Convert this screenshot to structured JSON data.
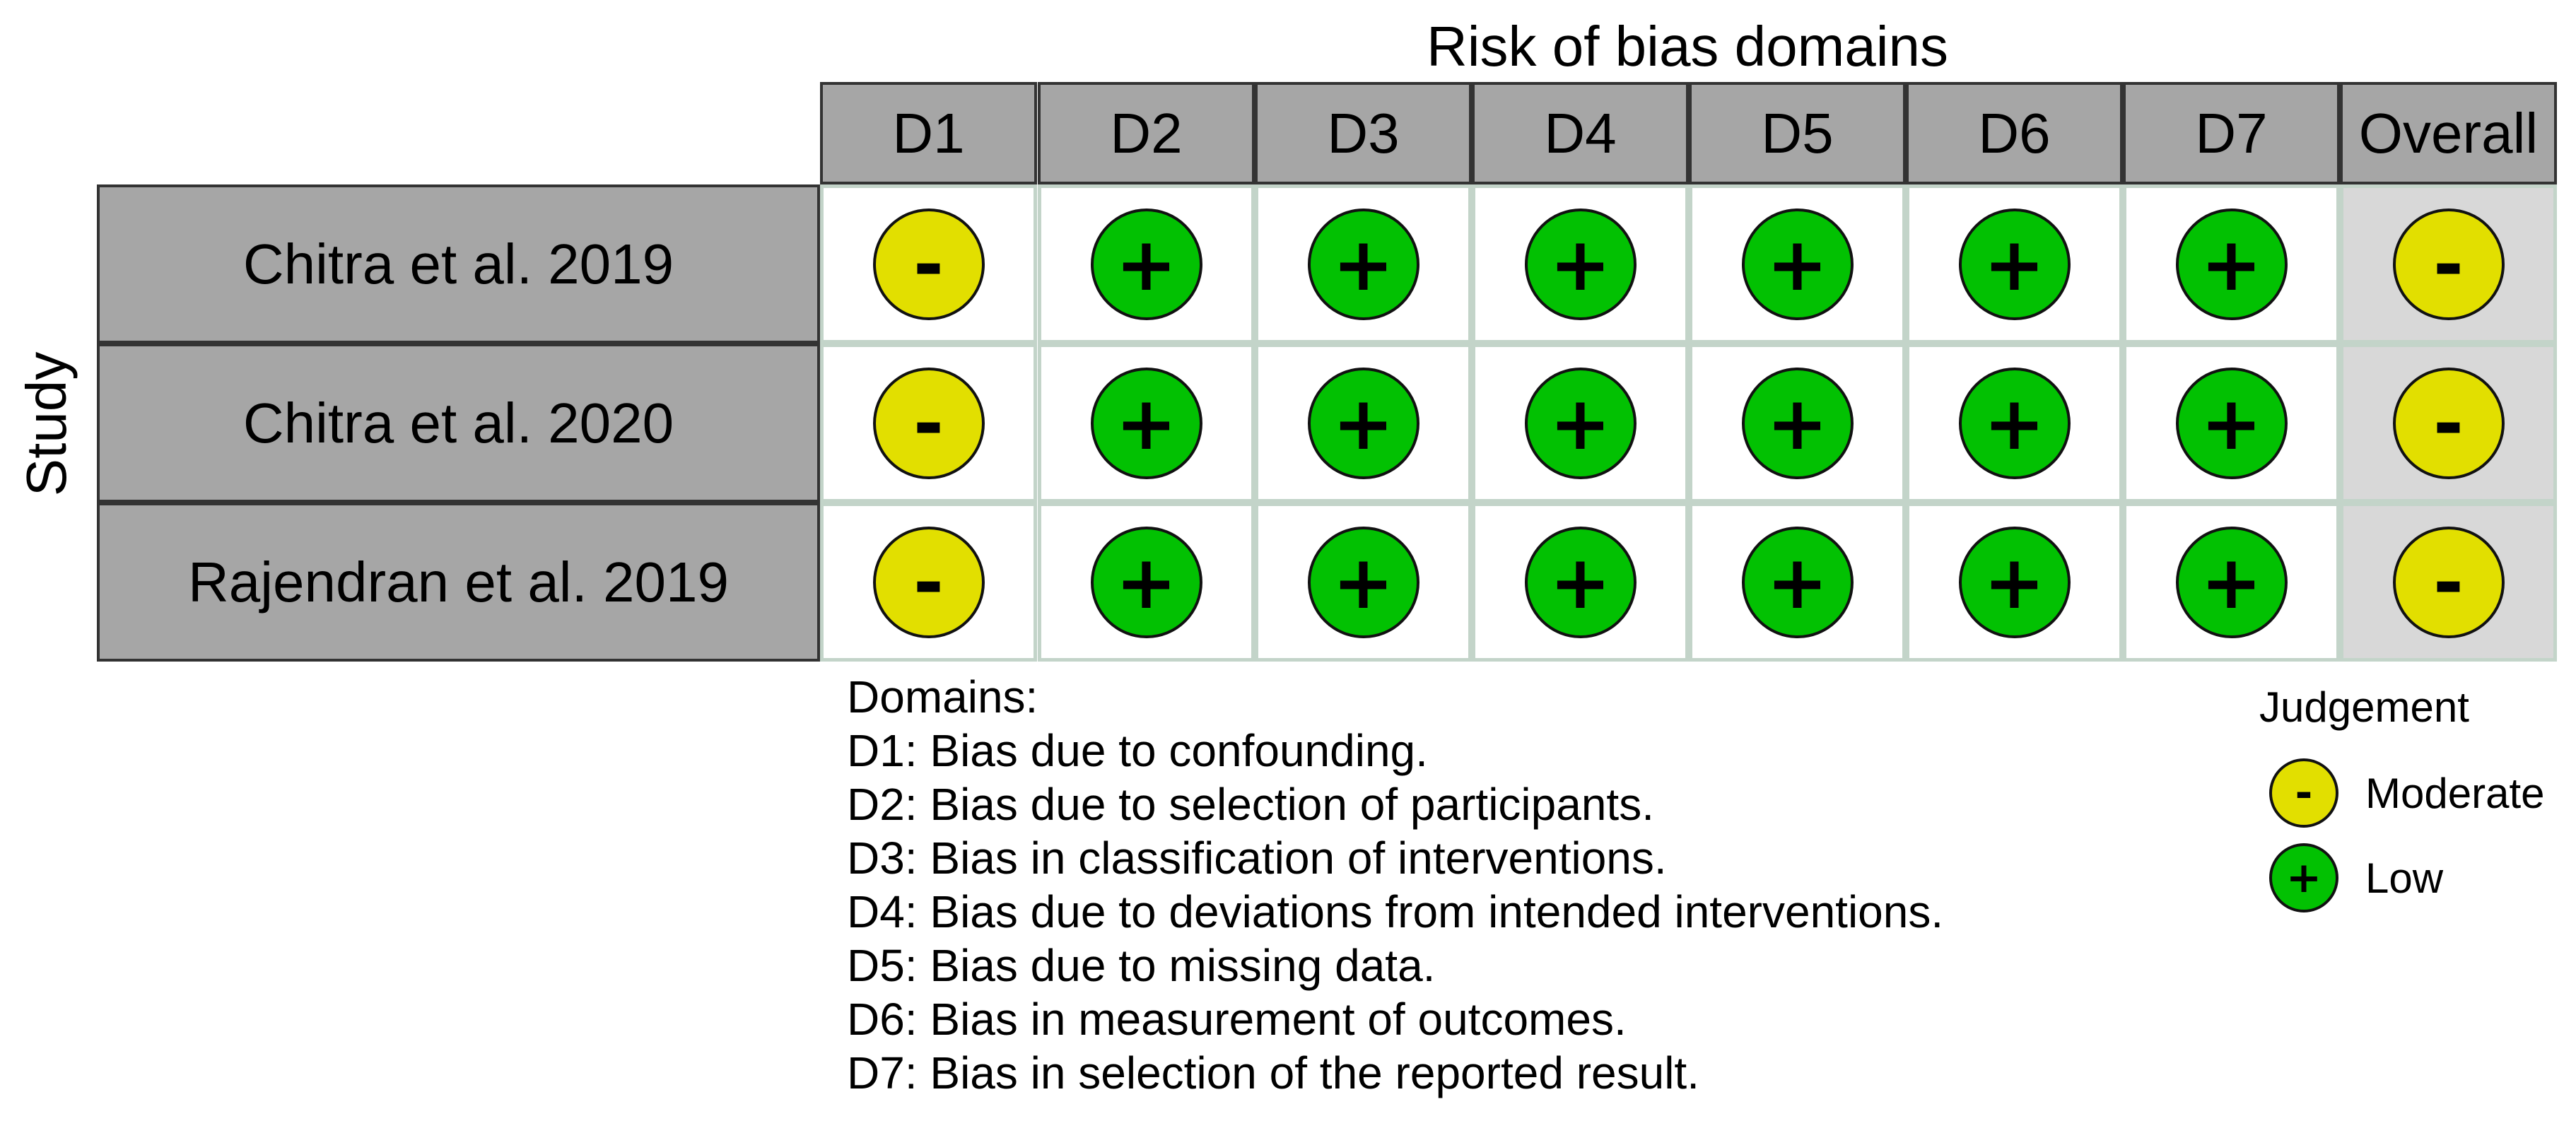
{
  "title": "Risk of bias domains",
  "study_axis_label": "Study",
  "domains_header": [
    "D1",
    "D2",
    "D3",
    "D4",
    "D5",
    "D6",
    "D7",
    "Overall"
  ],
  "studies": [
    {
      "name": "Chitra et al. 2019",
      "judgements": [
        "Moderate",
        "Low",
        "Low",
        "Low",
        "Low",
        "Low",
        "Low",
        "Moderate"
      ]
    },
    {
      "name": "Chitra et al. 2020",
      "judgements": [
        "Moderate",
        "Low",
        "Low",
        "Low",
        "Low",
        "Low",
        "Low",
        "Moderate"
      ]
    },
    {
      "name": "Rajendran et al. 2019",
      "judgements": [
        "Moderate",
        "Low",
        "Low",
        "Low",
        "Low",
        "Low",
        "Low",
        "Moderate"
      ]
    }
  ],
  "domains_legend": {
    "heading": "Domains:",
    "items": [
      "D1: Bias due to confounding.",
      "D2: Bias due to selection of participants.",
      "D3: Bias in classification of interventions.",
      "D4: Bias due to deviations from intended interventions.",
      "D5: Bias due to missing data.",
      "D6: Bias in measurement of outcomes.",
      "D7: Bias in selection of the reported result."
    ]
  },
  "judgement_legend": {
    "title": "Judgement",
    "items": [
      {
        "label": "Moderate",
        "symbol": "-",
        "color": "#e2df00"
      },
      {
        "label": "Low",
        "symbol": "+",
        "color": "#02c102"
      }
    ]
  },
  "colors": {
    "header_fill": "#a6a6a6",
    "overall_column_fill": "#d8d8d8",
    "cell_border": "#c3d4c9",
    "moderate": "#e2df00",
    "low": "#02c102"
  }
}
